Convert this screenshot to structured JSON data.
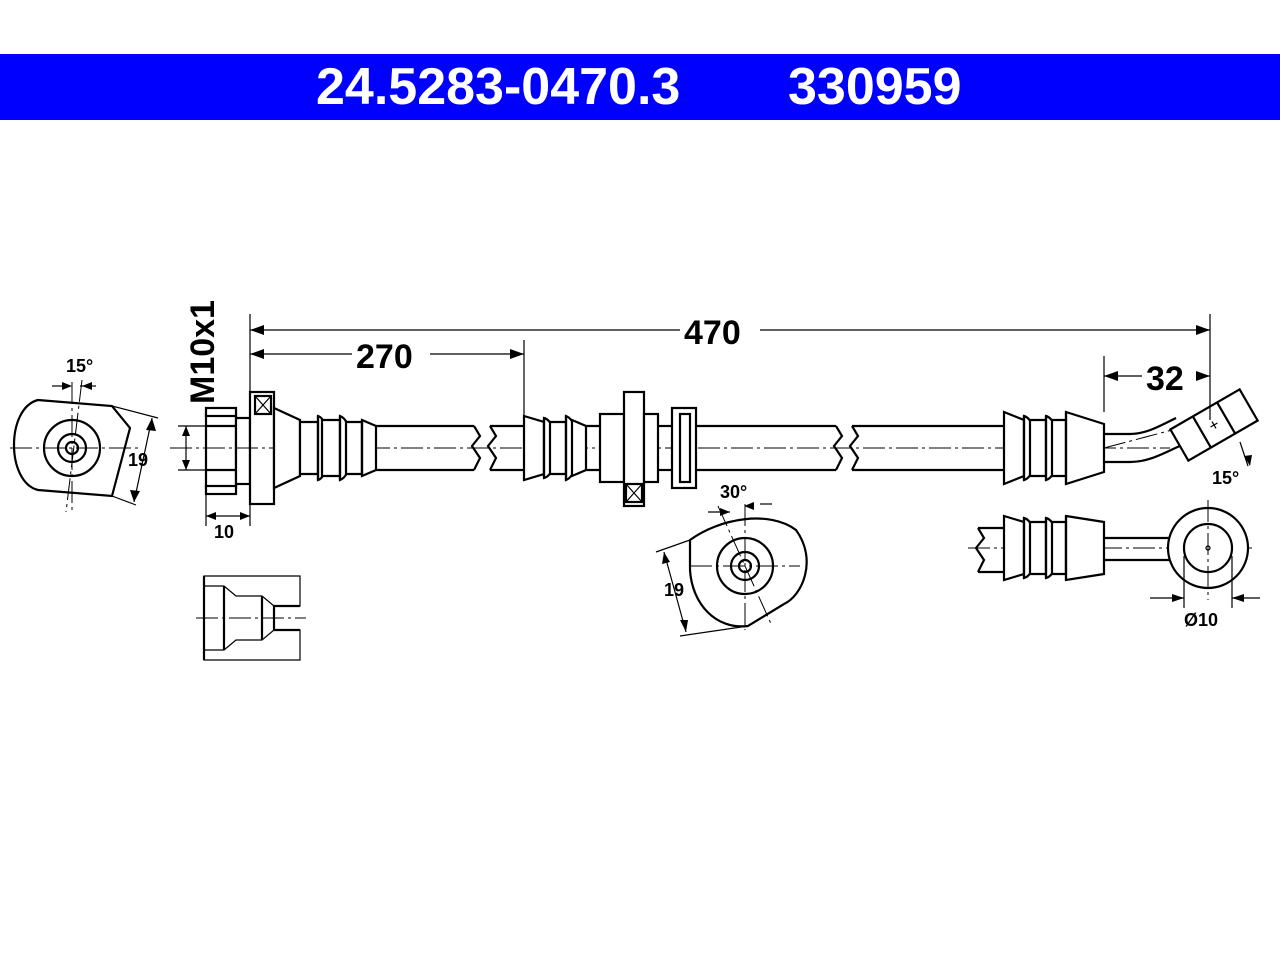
{
  "title": {
    "part_number": "24.5283-0470.3",
    "reference_number": "330959",
    "background_color": "#0000ff",
    "text_color": "#ffffff"
  },
  "dimensions": {
    "overall_length": "470",
    "partial_length": "270",
    "end_offset": "32",
    "thread": "M10x1",
    "thread_length": "10",
    "bracket_width_left": "19",
    "bracket_width_middle": "19",
    "bracket_angle_left": "15°",
    "bracket_angle_middle": "30°",
    "banjo_angle": "15°",
    "banjo_diameter": "Ø10"
  }
}
